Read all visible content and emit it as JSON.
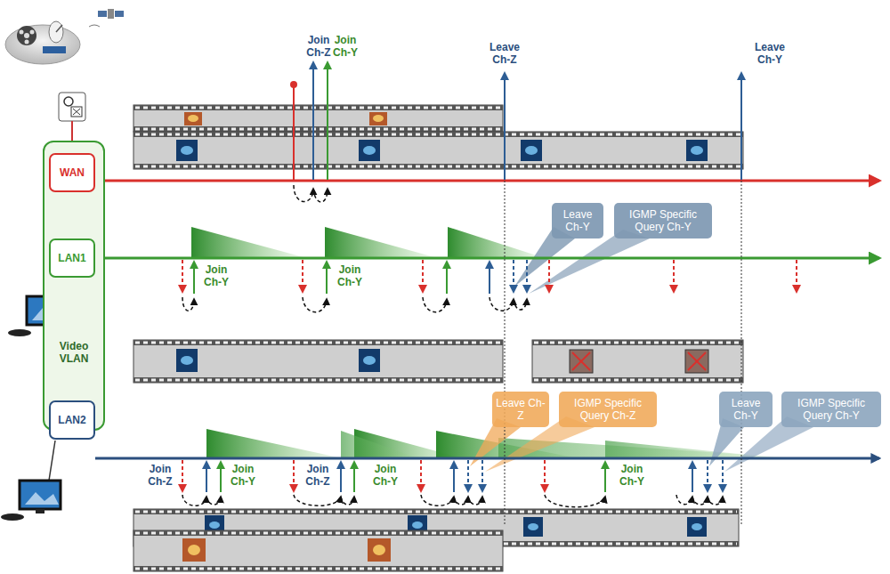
{
  "diagram": {
    "nodes": [
      {
        "text": [
          "Video VLAN"
        ]
      },
      {
        "text": [
          "WAN"
        ],
        "in": 0
      },
      {
        "text": [
          "LAN1"
        ],
        "in": 0
      },
      {
        "text": [
          "LAN2"
        ],
        "in": 0
      },
      {
        "text": [
          "Leave Ch-Y"
        ]
      },
      {
        "text": [
          "IGMP Specific Query Ch-Y"
        ]
      },
      {
        "text": [
          "Leave Ch-Z"
        ]
      },
      {
        "text": [
          "IGMP Specific Query Ch-Z"
        ]
      },
      {
        "text": [
          "Leave Ch-Y"
        ]
      },
      {
        "text": [
          "IGMP Specific Query Ch-Y"
        ]
      }
    ],
    "labels": [
      "Join Ch-Z",
      "Join Ch-Y",
      "Leave Ch-Z",
      "Leave Ch-Y",
      "Join Ch-Y",
      "Join Ch-Y",
      "Join Ch-Z",
      "Join Ch-Y",
      "Join Ch-Z",
      "Join Ch-Y",
      "Join Ch-Y"
    ]
  }
}
